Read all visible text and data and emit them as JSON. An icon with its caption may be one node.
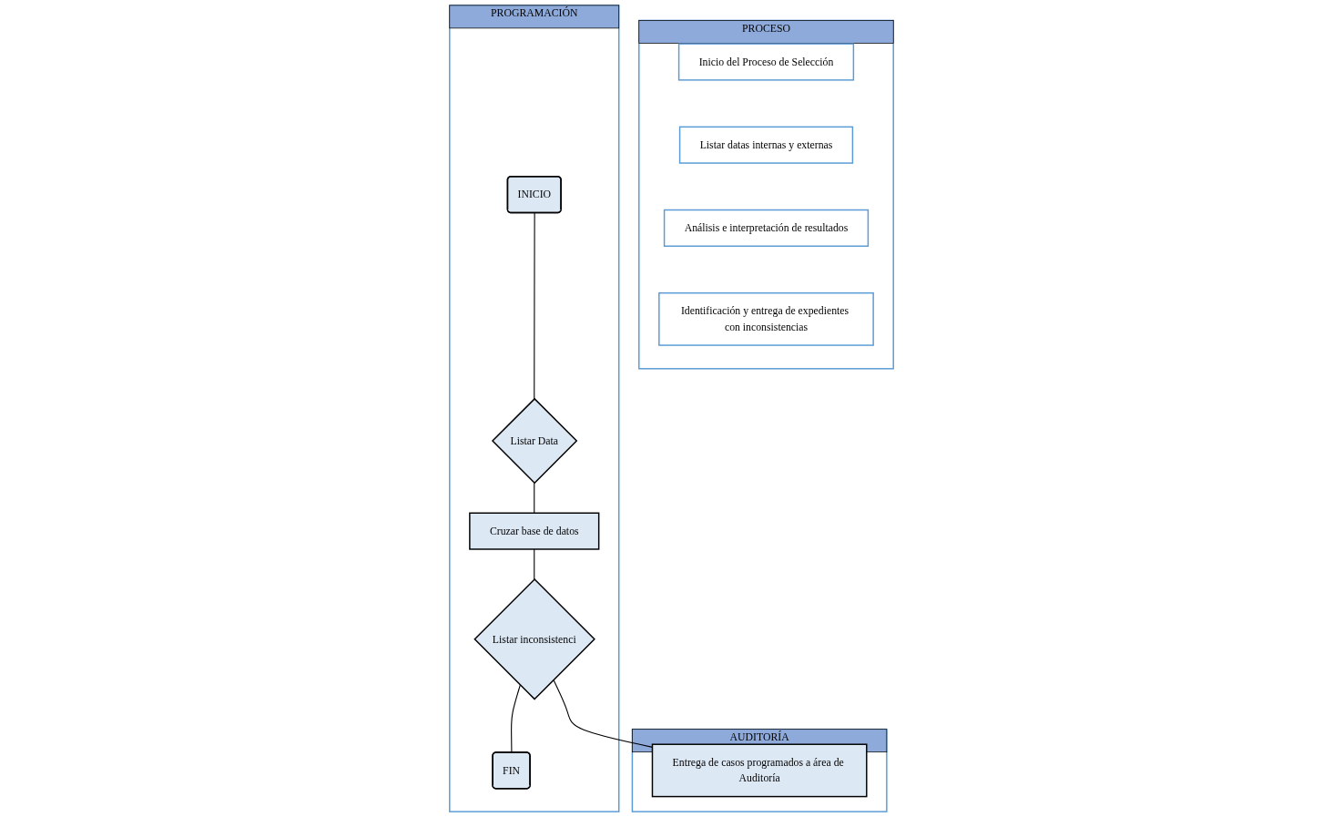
{
  "diagram": {
    "nodes": [
      {
        "text": [
          "PROCESO"
        ]
      },
      {
        "text": [
          "Inicio del Proceso de Selección"
        ],
        "in": 0
      },
      {
        "text": [
          "Listar datas internas y externas"
        ],
        "in": 0
      },
      {
        "text": [
          "Análisis e interpretación de resultados"
        ],
        "in": 0
      },
      {
        "text": [
          "Identificación y entrega de expedientes con inconsistencias"
        ],
        "in": 0
      },
      {
        "text": [
          "PROGRAMACIÓN"
        ]
      },
      {
        "text": [
          "INICIO"
        ],
        "in": 5
      },
      {
        "text": [
          "Listar Data"
        ],
        "in": 5
      },
      {
        "text": [
          "Cruzar base de datos"
        ],
        "in": 5
      },
      {
        "text": [
          "Listar inconsistenci"
        ],
        "in": 5
      },
      {
        "text": [
          "FIN"
        ],
        "in": 5
      },
      {
        "text": [
          "AUDITORÍA"
        ]
      },
      {
        "text": [
          "Entrega de casos programados a área de Auditoría"
        ],
        "in": 11
      }
    ],
    "edges": [
      {
        "from": 6,
        "to": 7,
        "arrow": "none"
      },
      {
        "from": 7,
        "to": 8,
        "arrow": "none"
      },
      {
        "from": 8,
        "to": 9,
        "arrow": "none"
      },
      {
        "from": 9,
        "to": 10,
        "arrow": "none"
      },
      {
        "from": 9,
        "to": 12,
        "arrow": "none"
      }
    ]
  }
}
